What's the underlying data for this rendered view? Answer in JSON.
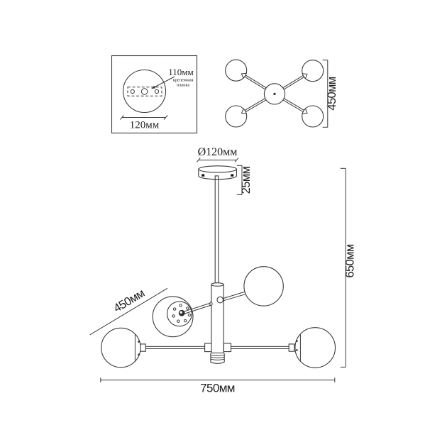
{
  "colors": {
    "line": "#3a3a3a",
    "text": "#1e1e1e",
    "background": "#ffffff"
  },
  "views": {
    "mount_plate_detail": {
      "plate_length": "110мм",
      "plate_name_line1": "крепежная",
      "plate_name_line2": "планка",
      "base_diameter": "120мм"
    },
    "top": {
      "arm_span": "450мм"
    },
    "front": {
      "canopy_diameter": "Ø120мм",
      "canopy_height": "25мм",
      "arm_length": "450мм",
      "total_height": "650мм",
      "total_width": "750мм"
    }
  }
}
